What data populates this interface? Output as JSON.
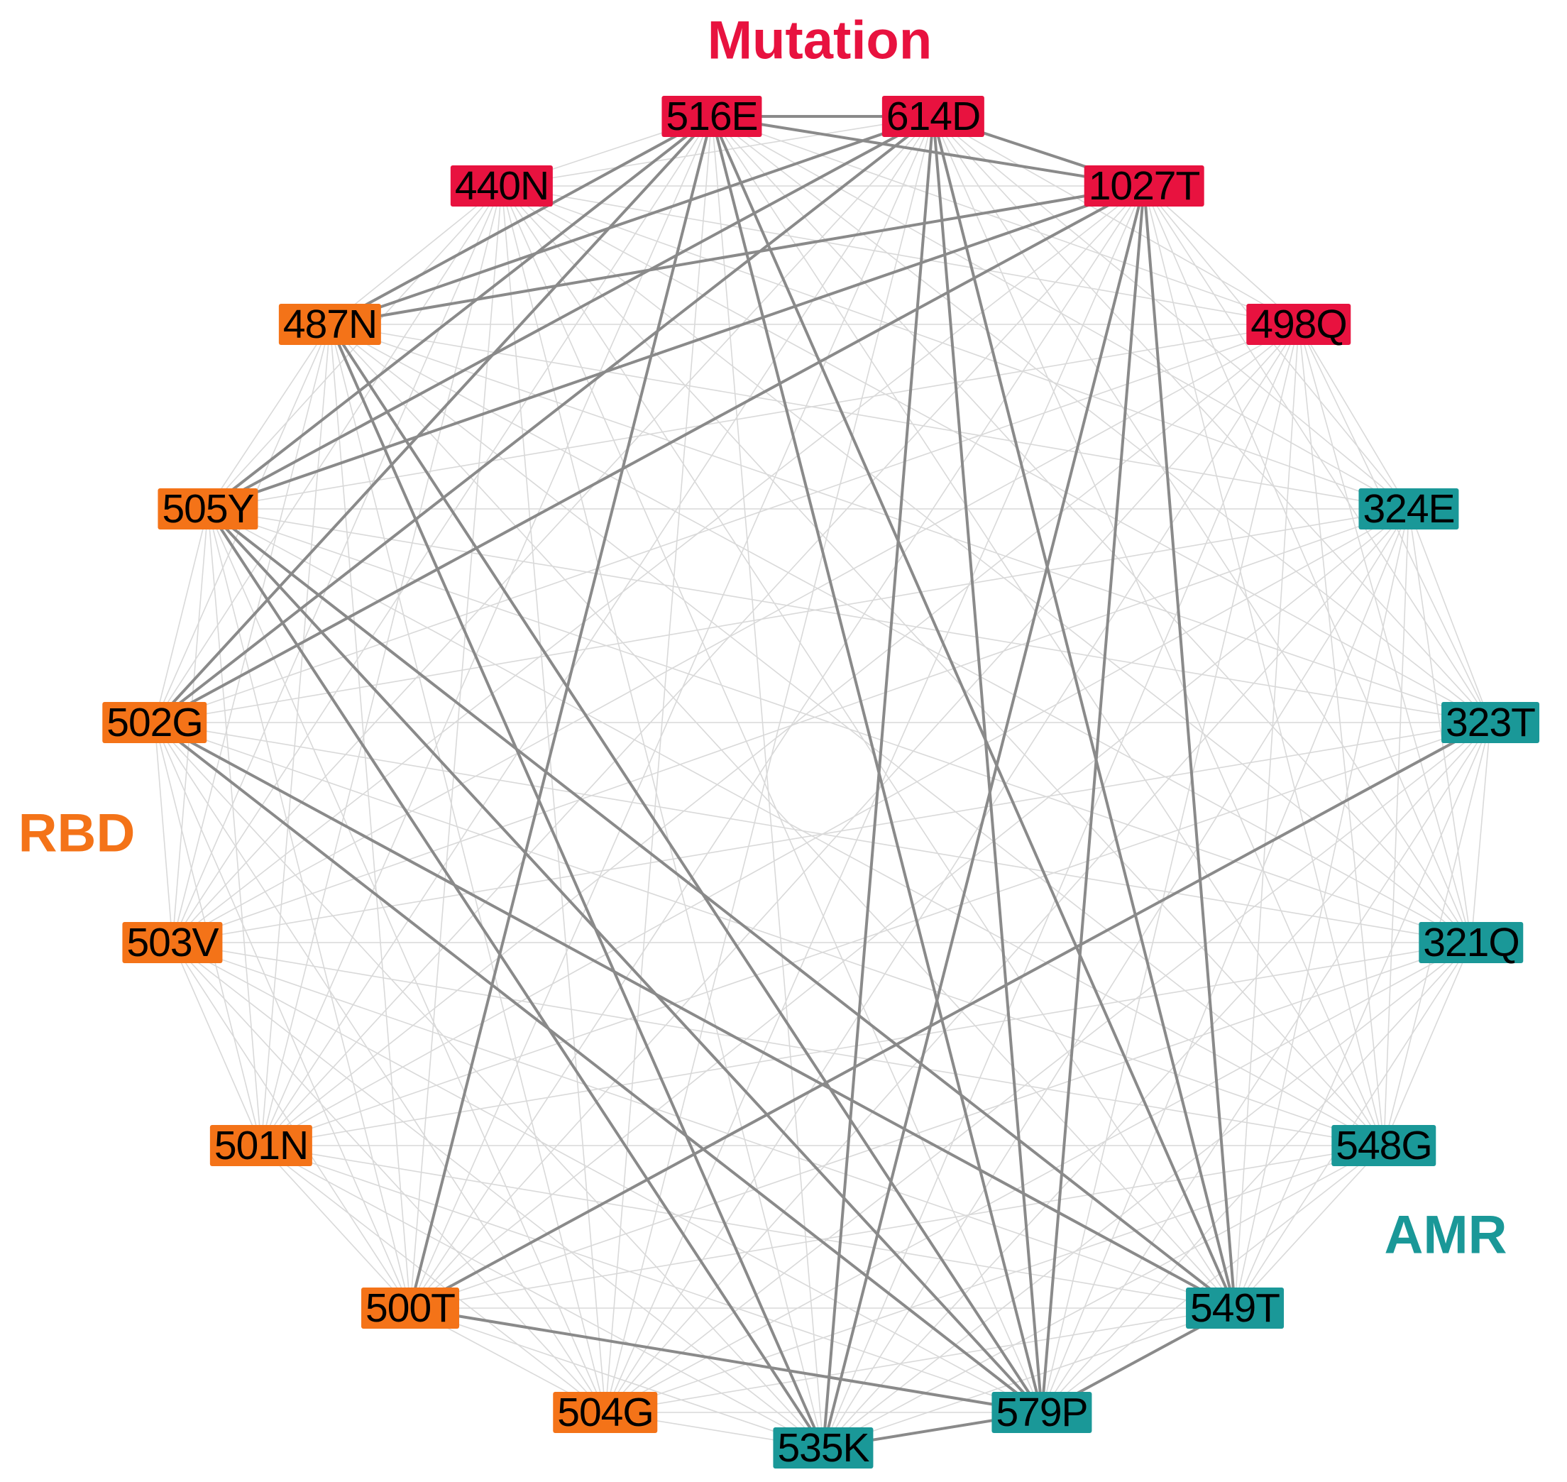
{
  "groups": {
    "mutation": {
      "label": "Mutation",
      "color": "#e8123f"
    },
    "rbd": {
      "label": "RBD",
      "color": "#f47318"
    },
    "amr": {
      "label": "AMR",
      "color": "#1a9898"
    }
  },
  "nodes": [
    {
      "id": "516E",
      "label": "516E",
      "group": "mutation"
    },
    {
      "id": "614D",
      "label": "614D",
      "group": "mutation"
    },
    {
      "id": "1027T",
      "label": "1027T",
      "group": "mutation"
    },
    {
      "id": "498Q",
      "label": "498Q",
      "group": "mutation"
    },
    {
      "id": "440N",
      "label": "440N",
      "group": "mutation"
    },
    {
      "id": "324E",
      "label": "324E",
      "group": "amr"
    },
    {
      "id": "323T",
      "label": "323T",
      "group": "amr"
    },
    {
      "id": "321Q",
      "label": "321Q",
      "group": "amr"
    },
    {
      "id": "548G",
      "label": "548G",
      "group": "amr"
    },
    {
      "id": "549T",
      "label": "549T",
      "group": "amr"
    },
    {
      "id": "579P",
      "label": "579P",
      "group": "amr"
    },
    {
      "id": "535K",
      "label": "535K",
      "group": "amr"
    },
    {
      "id": "504G",
      "label": "504G",
      "group": "rbd"
    },
    {
      "id": "500T",
      "label": "500T",
      "group": "rbd"
    },
    {
      "id": "501N",
      "label": "501N",
      "group": "rbd"
    },
    {
      "id": "503V",
      "label": "503V",
      "group": "rbd"
    },
    {
      "id": "502G",
      "label": "502G",
      "group": "rbd"
    },
    {
      "id": "505Y",
      "label": "505Y",
      "group": "rbd"
    },
    {
      "id": "487N",
      "label": "487N",
      "group": "rbd"
    }
  ],
  "strong_edges": [
    [
      "516E",
      "614D"
    ],
    [
      "516E",
      "1027T"
    ],
    [
      "614D",
      "1027T"
    ],
    [
      "516E",
      "505Y"
    ],
    [
      "614D",
      "505Y"
    ],
    [
      "1027T",
      "505Y"
    ],
    [
      "516E",
      "487N"
    ],
    [
      "614D",
      "487N"
    ],
    [
      "1027T",
      "487N"
    ],
    [
      "516E",
      "502G"
    ],
    [
      "614D",
      "502G"
    ],
    [
      "1027T",
      "502G"
    ],
    [
      "516E",
      "500T"
    ],
    [
      "614D",
      "535K"
    ],
    [
      "1027T",
      "535K"
    ],
    [
      "516E",
      "579P"
    ],
    [
      "516E",
      "549T"
    ],
    [
      "614D",
      "579P"
    ],
    [
      "614D",
      "549T"
    ],
    [
      "1027T",
      "579P"
    ],
    [
      "1027T",
      "549T"
    ],
    [
      "487N",
      "535K"
    ],
    [
      "505Y",
      "535K"
    ],
    [
      "505Y",
      "579P"
    ],
    [
      "502G",
      "579P"
    ],
    [
      "323T",
      "500T"
    ],
    [
      "579P",
      "549T"
    ],
    [
      "535K",
      "579P"
    ],
    [
      "505Y",
      "549T"
    ],
    [
      "502G",
      "549T"
    ],
    [
      "487N",
      "579P"
    ],
    [
      "500T",
      "579P"
    ]
  ],
  "weak_edges": "all-other-pairs"
}
